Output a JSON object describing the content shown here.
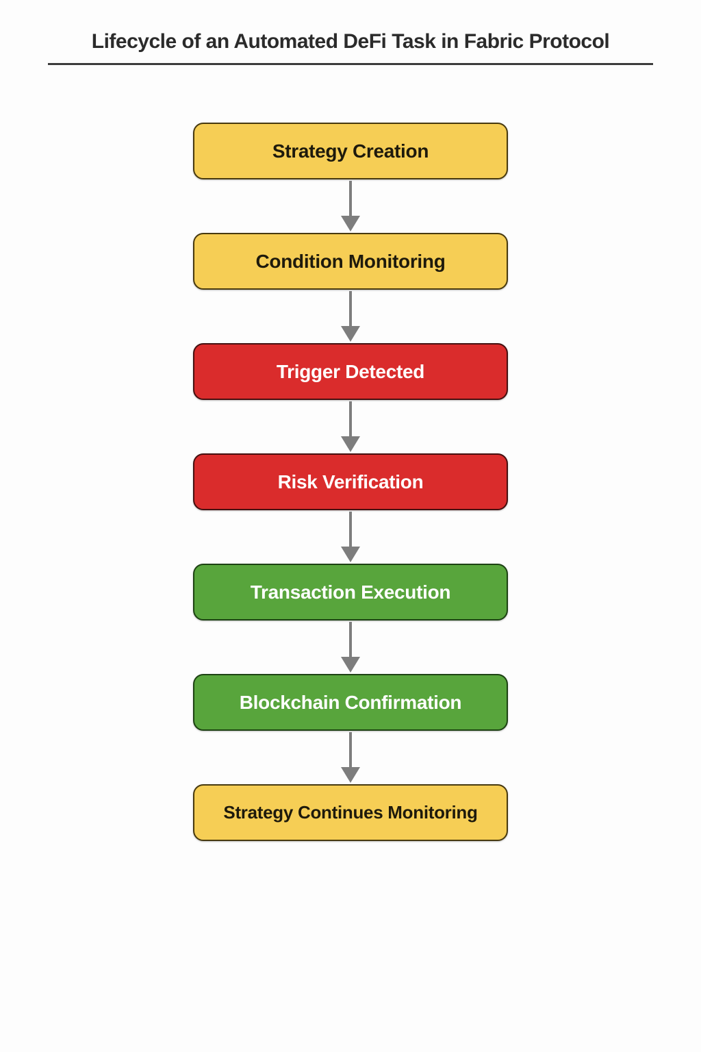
{
  "title": "Lifecycle of an Automated DeFi Task in Fabric Protocol",
  "flow": {
    "type": "flowchart",
    "direction": "vertical",
    "arrow_color": "#7d7d7d",
    "title_underline_color": "#3c3c3c",
    "steps": [
      {
        "label": "Strategy Creation",
        "fill": "#F6CE55",
        "border": "#47390f",
        "text_color": "#1e1a0c"
      },
      {
        "label": "Condition Monitoring",
        "fill": "#F6CE55",
        "border": "#47390f",
        "text_color": "#1e1a0c"
      },
      {
        "label": "Trigger Detected",
        "fill": "#DA2C2C",
        "border": "#451010",
        "text_color": "#ffffff"
      },
      {
        "label": "Risk Verification",
        "fill": "#DA2C2C",
        "border": "#451010",
        "text_color": "#ffffff"
      },
      {
        "label": "Transaction Execution",
        "fill": "#58A53C",
        "border": "#1d4213",
        "text_color": "#ffffff"
      },
      {
        "label": "Blockchain Confirmation",
        "fill": "#58A53C",
        "border": "#1d4213",
        "text_color": "#ffffff"
      },
      {
        "label": "Strategy Continues Monitoring",
        "fill": "#F6CE55",
        "border": "#47390f",
        "text_color": "#1e1a0c"
      }
    ]
  }
}
